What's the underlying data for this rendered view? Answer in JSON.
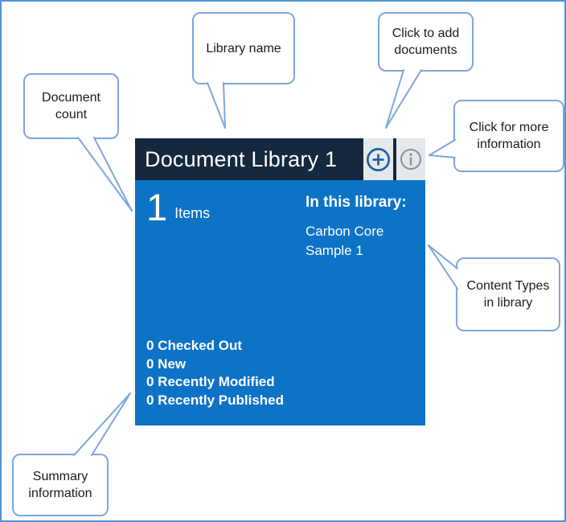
{
  "tile": {
    "header": {
      "title": "Document Library 1",
      "add_button": "plus-circle",
      "info_button": "info-circle"
    },
    "body": {
      "count": "1",
      "count_label": "Items",
      "in_library_heading": "In this library:",
      "content_types": [
        "Carbon Core",
        "Sample 1"
      ],
      "summary": [
        "0 Checked Out",
        "0 New",
        "0 Recently Modified",
        "0 Recently Published"
      ]
    }
  },
  "callouts": {
    "document_count": {
      "line1": "Document",
      "line2": "count"
    },
    "library_name": {
      "line1": "Library name"
    },
    "click_add": {
      "line1": "Click to add",
      "line2": "documents"
    },
    "click_info": {
      "line1": "Click for more",
      "line2": "information"
    },
    "content_types": {
      "line1": "Content Types",
      "line2": "in library"
    },
    "summary": {
      "line1": "Summary",
      "line2": "information"
    }
  },
  "colors": {
    "frame_border": "#4f93d6",
    "callout_border": "#7ca7dc",
    "header_bg": "#16283e",
    "tile_bg": "#0c73c6",
    "button_bg": "#e4e8ec",
    "add_icon": "#1a5c9e",
    "info_icon": "#8a9197",
    "tile_text": "#ffffff",
    "callout_text": "#1a1a1a"
  }
}
